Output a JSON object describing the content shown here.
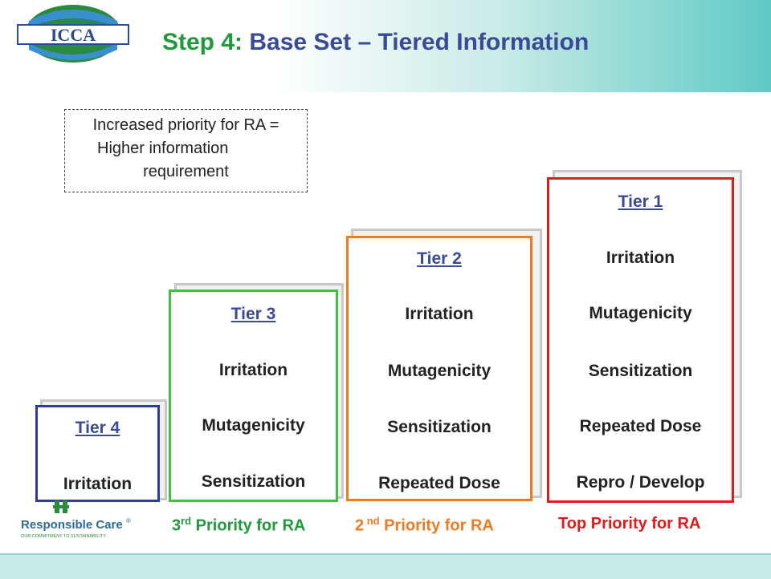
{
  "header": {
    "logo_text": "ICCA",
    "title_step": "Step 4:",
    "title_rest": " Base Set – Tiered Information"
  },
  "note": {
    "line1": "Increased priority for RA =",
    "line2": "Higher information",
    "line3": "requirement"
  },
  "tiers": [
    {
      "title": "Tier 4",
      "items": [
        "Irritation"
      ],
      "border_color": "#2e3b9a"
    },
    {
      "title": "Tier 3",
      "items": [
        "Irritation",
        "Mutagenicity",
        "Sensitization"
      ],
      "border_color": "#3cc23c"
    },
    {
      "title": "Tier 2",
      "items": [
        "Irritation",
        "Mutagenicity",
        "Sensitization",
        "Repeated Dose"
      ],
      "border_color": "#ee7a22"
    },
    {
      "title": "Tier 1",
      "items": [
        "Irritation",
        "Mutagenicity",
        "Sensitization",
        "Repeated Dose",
        "Repro / Develop"
      ],
      "border_color": "#e01b1b"
    }
  ],
  "priorities": {
    "third": {
      "num": "3",
      "sup": "rd",
      "text": " Priority for RA",
      "color": "#1e9a3c"
    },
    "second": {
      "num": "2",
      "sup": " nd",
      "text": " Priority for RA",
      "color": "#ee7a22"
    },
    "top": {
      "text": "Top Priority for RA",
      "color": "#e01b1b"
    }
  },
  "responsible_care": {
    "name": "Responsible Care",
    "mark": "®",
    "tagline": "OUR COMMITMENT TO SUSTAINABILITY"
  }
}
